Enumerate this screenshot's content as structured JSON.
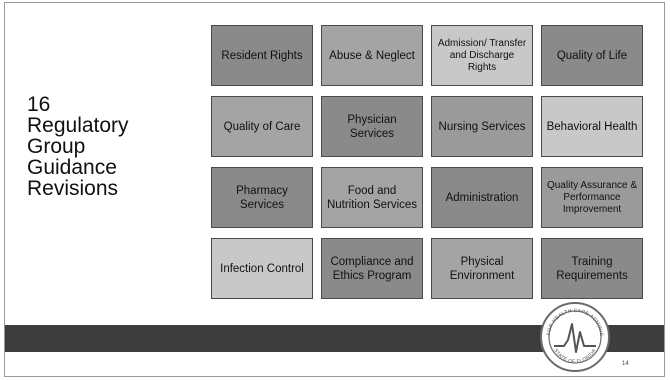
{
  "slide": {
    "title_lines": [
      "16",
      "Regulatory",
      "Group",
      "Guidance",
      "Revisions"
    ],
    "page_number": "14"
  },
  "tiles": [
    {
      "label": "Resident Rights",
      "tone": "#8a8a8a"
    },
    {
      "label": "Abuse & Neglect",
      "tone": "#a4a4a4"
    },
    {
      "label": "Admission/ Transfer and Discharge Rights",
      "tone": "#c8c8c8"
    },
    {
      "label": "Quality of Life",
      "tone": "#8a8a8a"
    },
    {
      "label": "Quality of Care",
      "tone": "#a4a4a4"
    },
    {
      "label": "Physician Services",
      "tone": "#8a8a8a"
    },
    {
      "label": "Nursing Services",
      "tone": "#9a9a9a"
    },
    {
      "label": "Behavioral Health",
      "tone": "#c8c8c8"
    },
    {
      "label": "Pharmacy Services",
      "tone": "#8a8a8a"
    },
    {
      "label": "Food and Nutrition Services",
      "tone": "#a4a4a4"
    },
    {
      "label": "Administration",
      "tone": "#8a8a8a"
    },
    {
      "label": "Quality Assurance & Performance Improvement",
      "tone": "#9a9a9a"
    },
    {
      "label": "Infection Control",
      "tone": "#c8c8c8"
    },
    {
      "label": "Compliance and Ethics Program",
      "tone": "#8a8a8a"
    },
    {
      "label": "Physical Environment",
      "tone": "#a4a4a4"
    },
    {
      "label": "Training Requirements",
      "tone": "#8a8a8a"
    }
  ],
  "seal": {
    "top_text": "AGENCY FOR HEALTH CARE ADMINISTRATION",
    "bottom_text": "STATE OF FLORIDA",
    "icon": "heartbeat-seal-icon"
  },
  "colors": {
    "band": "#3d3d3d",
    "title_text": "#111111"
  }
}
